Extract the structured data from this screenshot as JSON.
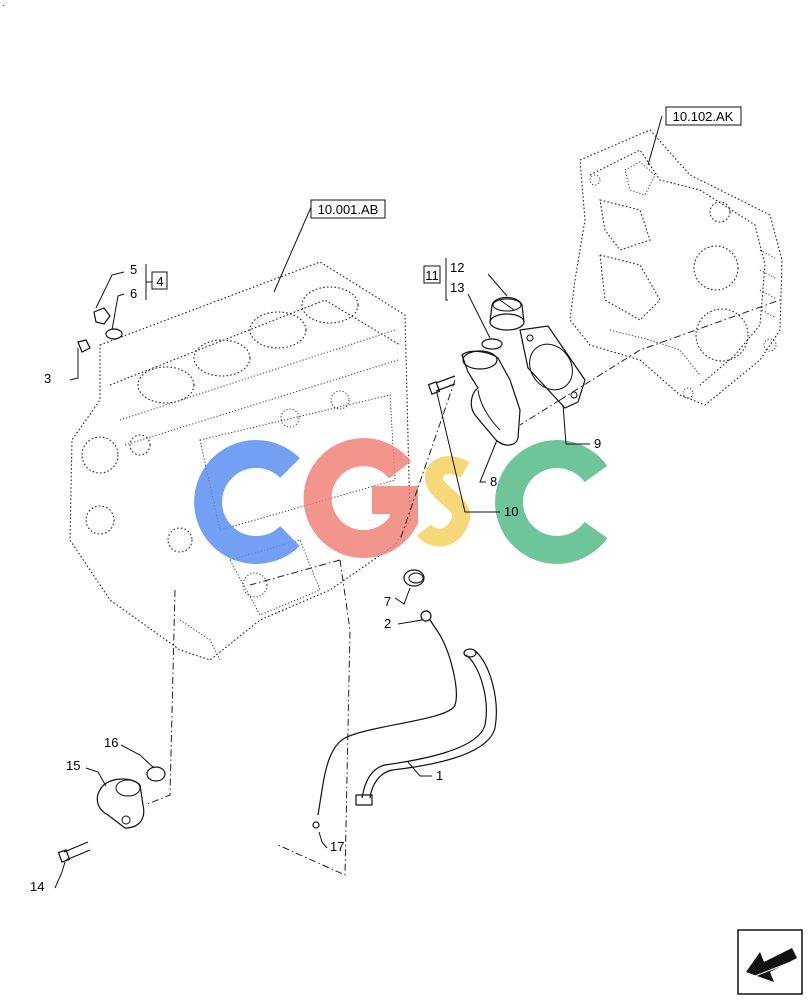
{
  "refs": {
    "engine_block": "10.001.AB",
    "gear_housing": "10.102.AK"
  },
  "callouts": {
    "c1": "1",
    "c2": "2",
    "c3": "3",
    "c4": "4",
    "c5": "5",
    "c6": "6",
    "c7": "7",
    "c8": "8",
    "c9": "9",
    "c10": "10",
    "c11": "11",
    "c12": "12",
    "c13": "13",
    "c14": "14",
    "c15": "15",
    "c16": "16",
    "c17": "17"
  },
  "watermark": {
    "letters": [
      "C",
      "G",
      "S",
      "C"
    ],
    "colors": [
      "#5b8ff0",
      "#f08378",
      "#f5d061",
      "#5fbf8f"
    ]
  },
  "nav_icon": "arrow-back-icon",
  "corner_mark": "."
}
